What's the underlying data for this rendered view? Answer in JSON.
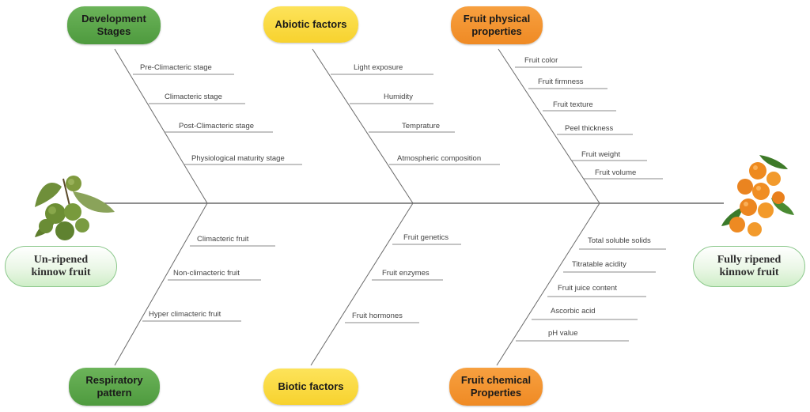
{
  "colors": {
    "green": "#5aa84a",
    "yellow": "#f9d83c",
    "orange": "#f2902e",
    "spine": "#666666",
    "endpoint_fill": "#e4f5df"
  },
  "categories": {
    "development": "Development\nStages",
    "abiotic": "Abiotic factors",
    "physical": "Fruit physical\nproperties",
    "respiratory": "Respiratory\npattern",
    "biotic": "Biotic factors",
    "chemical": "Fruit chemical\nProperties"
  },
  "causes": {
    "development": [
      "Pre-Climacteric stage",
      "Climacteric stage",
      "Post-Climacteric stage",
      "Physiological maturity stage"
    ],
    "abiotic": [
      "Light exposure",
      "Humidity",
      "Temprature",
      "Atmospheric composition"
    ],
    "physical": [
      "Fruit color",
      "Fruit firmness",
      "Fruit texture",
      "Peel thickness",
      "Fruit weight",
      "Fruit volume"
    ],
    "respiratory": [
      "Climacteric fruit",
      "Non-climacteric fruit",
      "Hyper climacteric fruit"
    ],
    "biotic": [
      "Fruit genetics",
      "Fruit enzymes",
      "Fruit hormones"
    ],
    "chemical": [
      "Total soluble solids",
      "Titratable acidity",
      "Fruit juice content",
      "Ascorbic acid",
      "pH value"
    ]
  },
  "endpoints": {
    "start": "Un-ripened\nkinnow fruit",
    "end": "Fully ripened\nkinnow fruit"
  },
  "images": {
    "start": "green-kinnow-fruit-image",
    "end": "ripe-kinnow-fruit-image"
  }
}
